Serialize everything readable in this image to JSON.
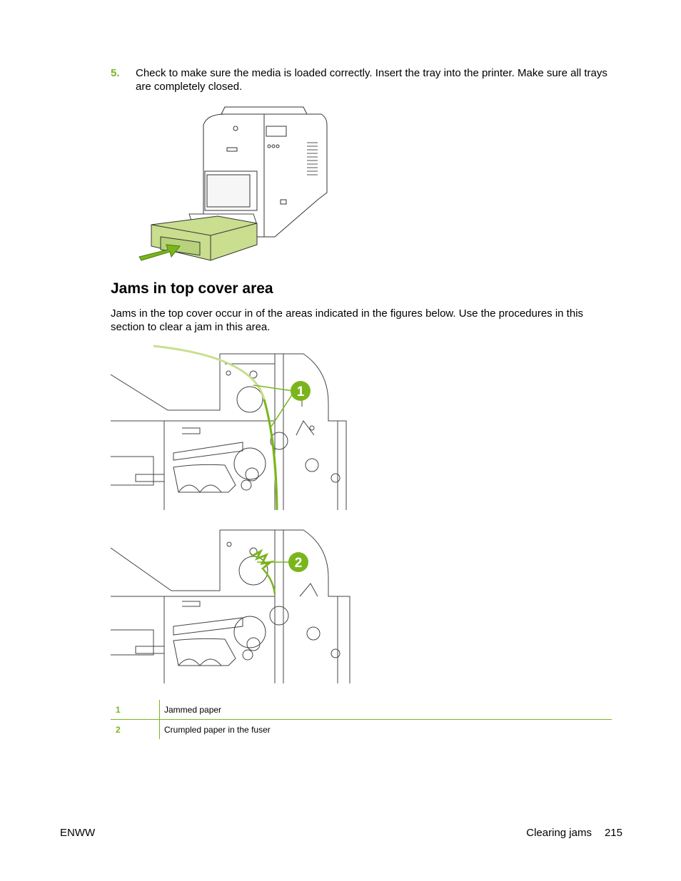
{
  "step": {
    "number": "5.",
    "text": "Check to make sure the media is loaded correctly. Insert the tray into the printer. Make sure all trays are completely closed."
  },
  "section": {
    "heading": "Jams in top cover area",
    "intro": "Jams in the top cover occur in of the areas indicated in the figures below. Use the procedures in this section to clear a jam in this area."
  },
  "callouts": {
    "one": "1",
    "two": "2"
  },
  "legend": [
    {
      "num": "1",
      "label": "Jammed paper"
    },
    {
      "num": "2",
      "label": "Crumpled paper in the fuser"
    }
  ],
  "footer": {
    "left": "ENWW",
    "section": "Clearing jams",
    "page": "215"
  },
  "colors": {
    "accent": "#7ab51d",
    "tray": "#c9de8e"
  }
}
